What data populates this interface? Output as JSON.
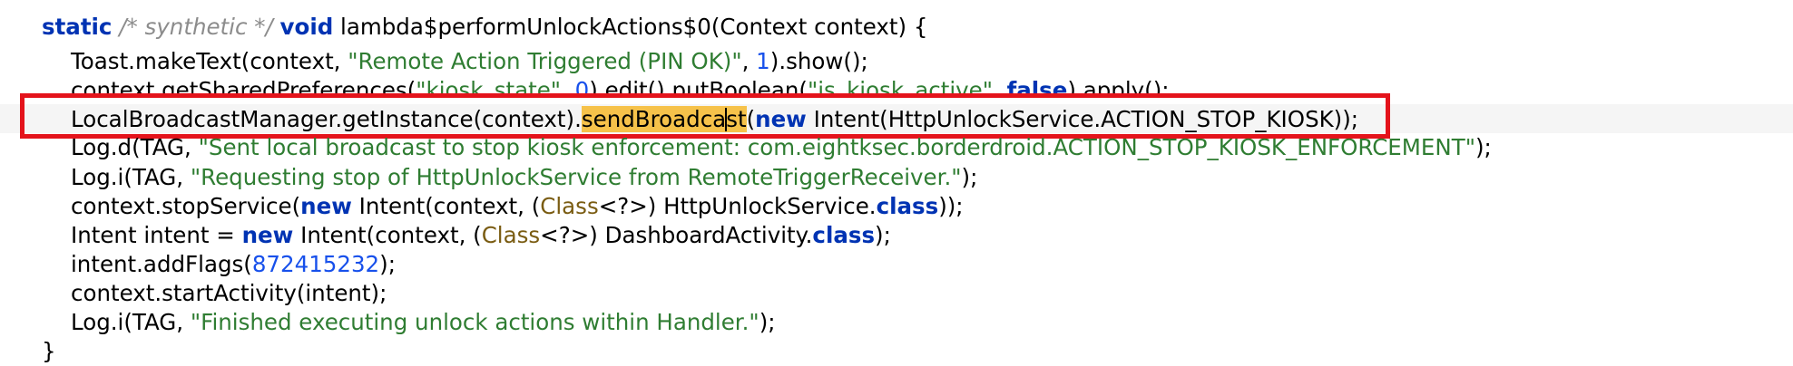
{
  "code": {
    "l1": {
      "kw1": "static",
      "comment": " /* synthetic */ ",
      "kw2": "void",
      "rest": " lambda$performUnlockActions$0(Context context) {"
    },
    "l2": {
      "pre": "Toast.makeText(context, ",
      "str": "\"Remote Action Triggered (PIN OK)\"",
      "mid": ", ",
      "num": "1",
      "post": ").show();"
    },
    "l3": {
      "pre": "context.getSharedPreferences(",
      "str1": "\"kiosk_state\"",
      "mid1": ", ",
      "num": "0",
      "mid2": ").edit().putBoolean(",
      "str2": "\"is_kiosk_active\"",
      "mid3": ", ",
      "kw": "false",
      "post": ").apply();"
    },
    "l4": {
      "pre": "LocalBroadcastManager.getInstance(context).",
      "hl_a": "sendBroadca",
      "hl_b": "st",
      "mid": "(",
      "kw": "new",
      "post": " Intent(HttpUnlockService.ACTION_STOP_KIOSK));"
    },
    "l5": {
      "pre": "Log.d(TAG, ",
      "str": "\"Sent local broadcast to stop kiosk enforcement: com.eightksec.borderdroid.ACTION_STOP_KIOSK_ENFORCEMENT\"",
      "post": ");"
    },
    "l6": {
      "pre": "Log.i(TAG, ",
      "str": "\"Requesting stop of HttpUnlockService from RemoteTriggerReceiver.\"",
      "post": ");"
    },
    "l7": {
      "pre": "context.stopService(",
      "kw1": "new",
      "mid": " Intent(context, (",
      "cls": "Class",
      "gen": "<?>) HttpUnlockService.",
      "kw2": "class",
      "post": "));"
    },
    "l8": {
      "pre": "Intent intent = ",
      "kw1": "new",
      "mid": " Intent(context, (",
      "cls": "Class",
      "gen": "<?>) DashboardActivity.",
      "kw2": "class",
      "post": ");"
    },
    "l9": {
      "pre": "intent.addFlags(",
      "num": "872415232",
      "post": ");"
    },
    "l10": {
      "text": "context.startActivity(intent);"
    },
    "l11": {
      "pre": "Log.i(TAG, ",
      "str": "\"Finished executing unlock actions within Handler.\"",
      "post": ");"
    },
    "l12": {
      "text": "}"
    }
  },
  "highlight_color": "#f6c24a",
  "box_color": "#e4131b"
}
